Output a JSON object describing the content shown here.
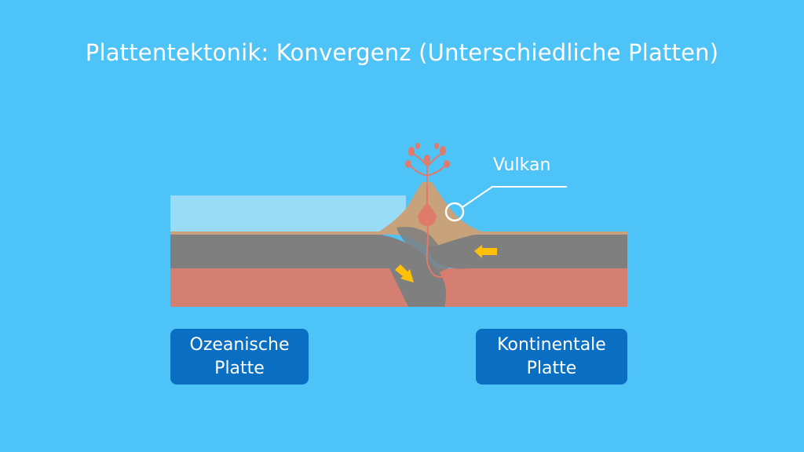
{
  "title": "Plattentektonik: Konvergenz (Unterschiedliche Platten)",
  "callout": {
    "label": "Vulkan"
  },
  "plates": {
    "oceanic": {
      "line1": "Ozeanische",
      "line2": "Platte"
    },
    "continental": {
      "line1": "Kontinentale",
      "line2": "Platte"
    }
  },
  "colors": {
    "background": "#4ec3f7",
    "ocean": "#99dcf8",
    "crust": "#7f7f7f",
    "mantle": "#d47f72",
    "continent": "#c8a27a",
    "magma": "#e07a6a",
    "arrow": "#ffc107",
    "label_box": "#0a6fc2"
  }
}
